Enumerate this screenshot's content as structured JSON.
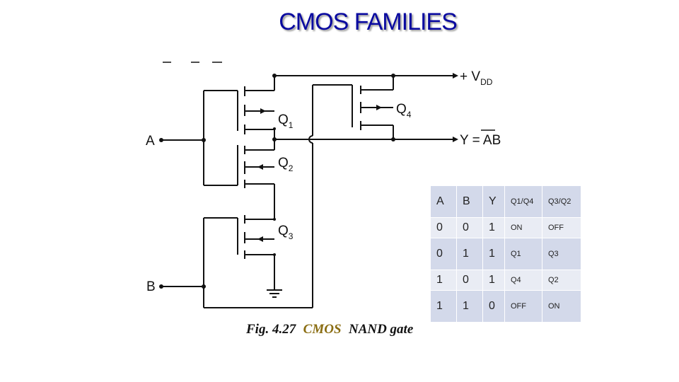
{
  "title": "CMOS FAMILIES",
  "diagram": {
    "labels": {
      "vdd": "+ V",
      "vdd_sub": "DD",
      "y_out": "Y = AB",
      "input_a": "A",
      "input_b": "B",
      "q1": "Q",
      "q1_sub": "1",
      "q2": "Q",
      "q2_sub": "2",
      "q3": "Q",
      "q3_sub": "3",
      "q4": "Q",
      "q4_sub": "4"
    },
    "caption_prefix": "Fig. 4.27",
    "caption_highlight": "CMOS",
    "caption_suffix": "NAND gate"
  },
  "truth_table": {
    "headers": [
      "A",
      "B",
      "Y",
      "Q1/Q4",
      "Q3/Q2"
    ],
    "rows": [
      [
        "0",
        "0",
        "1",
        "ON",
        "OFF"
      ],
      [
        "0",
        "1",
        "1",
        "Q1",
        "Q3"
      ],
      [
        "1",
        "0",
        "1",
        "Q4",
        "Q2"
      ],
      [
        "1",
        "1",
        "0",
        "OFF",
        "ON"
      ]
    ]
  }
}
